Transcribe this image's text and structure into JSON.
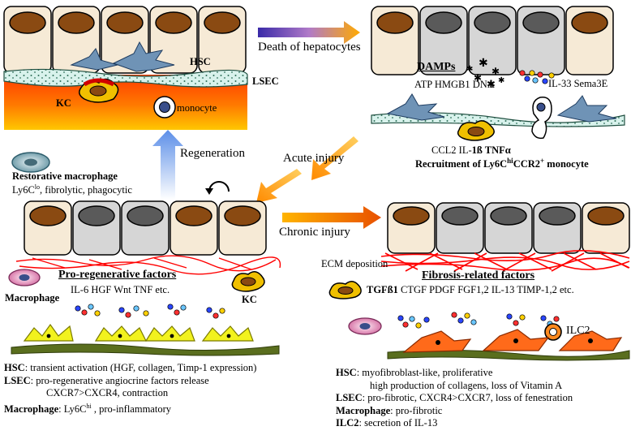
{
  "arrows": {
    "death": "Death of hepatocytes",
    "regeneration": "Regeneration",
    "acute": "Acute injury",
    "chronic": "Chronic injury"
  },
  "top_left": {
    "hsc": "HSC",
    "lsec": "LSEC",
    "kc": "KC",
    "monocyte": "monocyte"
  },
  "top_right": {
    "damps": "DAMPs",
    "damp_list": "ATP HMGB1 DNA",
    "cytokines": "IL-33 Sema3E",
    "chemokines_plain": "CCL2 IL-",
    "chemokines_bold": "1ß TNFα",
    "recruit_pre": "Recruitment of Ly6C",
    "recruit_sup1": "hi",
    "recruit_mid": "CCR2",
    "recruit_sup2": "+",
    "recruit_post": " monocyte"
  },
  "restorative": {
    "title": "Restorative macrophage",
    "desc_pre": "Ly6C",
    "desc_sup": "lo",
    "desc_post": ", fibrolytic, phagocytic"
  },
  "pro_regen": {
    "title": "Pro-regenerative factors",
    "list": "IL-6 HGF Wnt TNF etc.",
    "macrophage": "Macrophage",
    "kc": "KC"
  },
  "fibrosis": {
    "ecm": "ECM deposition",
    "title": "Fibrosis-related factors",
    "tgf": "TGFß1",
    "list": "CTGF PDGF FGF1,2 IL-13 TIMP-1,2 etc.",
    "ilc2": "ILC2"
  },
  "left_summary": {
    "hsc_k": "HSC",
    "hsc_v": ": transient activation (HGF, collagen, Timp-1 expression)",
    "lsec_k": "LSEC",
    "lsec_v": ": pro-regenerative angiocrine factors release",
    "lsec_v2": "CXCR7>CXCR4, contraction",
    "mac_k": "Macrophage",
    "mac_v_pre": ": Ly6C",
    "mac_v_sup": "hi",
    "mac_v_post": " , pro-inflammatory"
  },
  "right_summary": {
    "hsc_k": "HSC",
    "hsc_v": ": myofibroblast-like, proliferative",
    "hsc_v2": "high production of collagens, loss of Vitamin A",
    "lsec_k": "LSEC",
    "lsec_v": ": pro-fibrotic, CXCR4>CXCR7, loss of fenestration",
    "mac_k": "Macrophage",
    "mac_v": ": pro-fibrotic",
    "ilc2_k": "ILC2",
    "ilc2_v": ": secretion of IL-13"
  },
  "colors": {
    "hepatocyte_fill": "#f6ead6",
    "nucleus_brown": "#8a4a12",
    "nucleus_dark": "#555555",
    "dead_cell": "#d6d6d6",
    "hsc_blue": "#6f93b6",
    "lsec_fill": "#d8f2ec",
    "kc_yellow": "#f0c000",
    "injury_orange": "#ff8800",
    "regen_blue": "#6a8fd8",
    "collagen_red": "#ff0000",
    "activated_hsc": "#ff6a1a",
    "lsec_sinusoid": "#5a6e1e",
    "quiescent_hsc": "#f2f21e"
  }
}
